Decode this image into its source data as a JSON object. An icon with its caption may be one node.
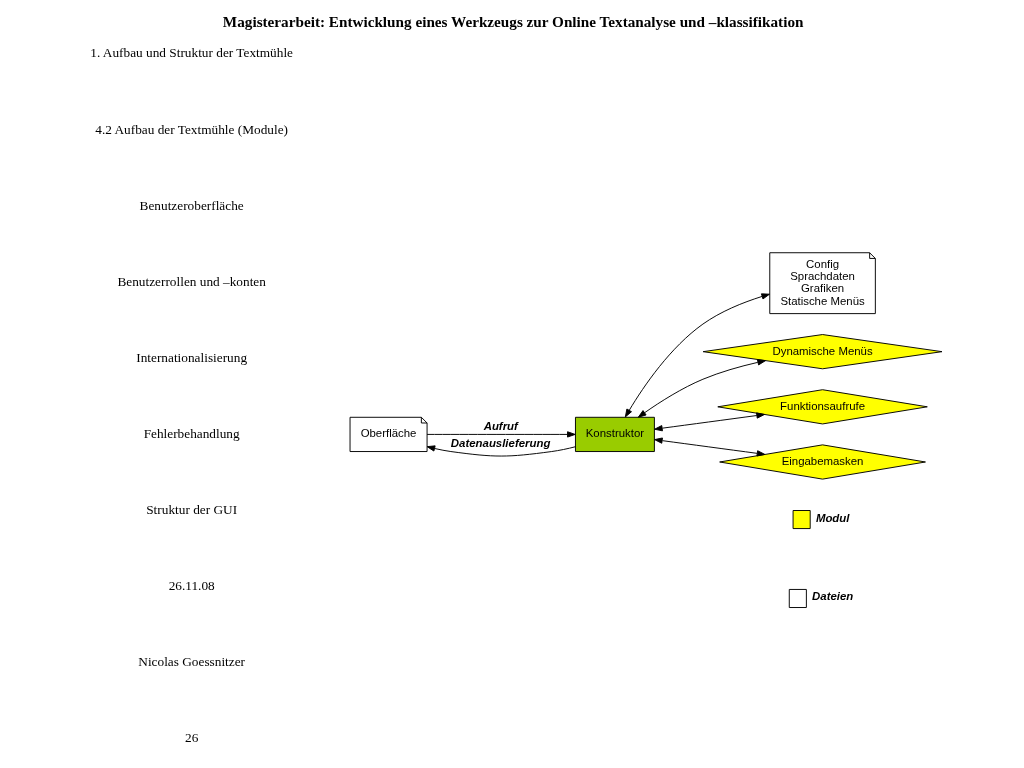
{
  "diagram": {
    "title": "Magisterarbeit: Entwicklung eines Werkzeugs zur Online Textanalyse und –klassifikation",
    "nodes": [
      {
        "text": [
          "Oberfläche"
        ]
      },
      {
        "text": [
          "Konstruktor"
        ]
      },
      {
        "text": [
          "Config",
          "Sprachdaten",
          "Grafiken",
          "Statische Menüs"
        ]
      },
      {
        "text": [
          "Dynamische Menüs"
        ]
      },
      {
        "text": [
          "Funktionsaufrufe"
        ]
      },
      {
        "text": [
          "Eingabemasken"
        ]
      }
    ],
    "edges": [
      {
        "from": 0,
        "to": 1,
        "arrow": "to",
        "label": "Aufruf"
      },
      {
        "from": 1,
        "to": 0,
        "arrow": "to",
        "label": "Datenauslieferung"
      },
      {
        "from": 1,
        "to": 2,
        "arrow": "both"
      },
      {
        "from": 1,
        "to": 3,
        "arrow": "both"
      },
      {
        "from": 1,
        "to": 4,
        "arrow": "both"
      },
      {
        "from": 1,
        "to": 5,
        "arrow": "both"
      }
    ],
    "labels": [
      "1. Aufbau und Struktur der Textmühle",
      "4.2 Aufbau der Textmühle (Module)",
      "Benutzeroberfläche",
      "Benutzerrollen und –konten",
      "Internationalisierung",
      "Fehlerbehandlung",
      "Struktur der GUI",
      "26.11.08",
      "Nicolas Goessnitzer",
      "26"
    ],
    "legend": [
      {
        "text": "Modul"
      },
      {
        "text": "Dateien"
      }
    ]
  }
}
